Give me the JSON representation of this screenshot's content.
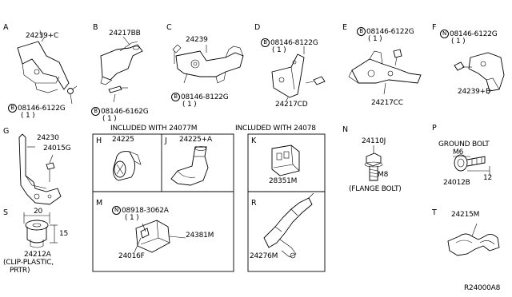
{
  "sections": {
    "A": {
      "letter": "A",
      "parts": [
        "24239+C"
      ],
      "bolt": {
        "prefix": "B",
        "number": "08146-6122G",
        "qty": "( 1 )"
      }
    },
    "B": {
      "letter": "B",
      "parts": [
        "24217BB"
      ],
      "bolt": {
        "prefix": "B",
        "number": "08146-6162G",
        "qty": "( 1 )"
      }
    },
    "C": {
      "letter": "C",
      "parts": [
        "24239"
      ],
      "bolt": {
        "prefix": "B",
        "number": "08146-8122G",
        "qty": "( 1 )"
      }
    },
    "D": {
      "letter": "D",
      "parts": [
        "24217CD"
      ],
      "bolt": {
        "prefix": "B",
        "number": "08146-8122G",
        "qty": "( 1 )"
      }
    },
    "E": {
      "letter": "E",
      "parts": [
        "24217CC"
      ],
      "bolt": {
        "prefix": "B",
        "number": "08146-6122G",
        "qty": "( 1 )"
      }
    },
    "F": {
      "letter": "F",
      "parts": [
        "24239+B"
      ],
      "bolt": {
        "prefix": "N",
        "number": "08146-6122G",
        "qty": "( 1 )"
      }
    },
    "G": {
      "letter": "G",
      "parts": [
        "24230",
        "24015G"
      ]
    },
    "H": {
      "letter": "H",
      "parts": [
        "24225"
      ]
    },
    "J": {
      "letter": "J",
      "parts": [
        "24225+A"
      ]
    },
    "K": {
      "letter": "K",
      "parts": [
        "28351M"
      ]
    },
    "M": {
      "letter": "M",
      "parts": [
        "24016F",
        "24381M"
      ],
      "bolt": {
        "prefix": "N",
        "number": "08918-3062A",
        "qty": "( 1 )"
      }
    },
    "N": {
      "letter": "N",
      "parts": [
        "24110J"
      ],
      "size": "M8",
      "note": "(FLANGE BOLT)"
    },
    "P": {
      "letter": "P",
      "title": "GROUND BOLT",
      "parts": [
        "24012B"
      ],
      "size": "M6",
      "length": "12"
    },
    "R": {
      "letter": "R",
      "parts": [
        "24276M"
      ]
    },
    "S": {
      "letter": "S",
      "parts": [
        "24212A"
      ],
      "dim_width": "20",
      "dim_height": "15",
      "note_line1": "(CLIP-PLASTIC,",
      "note_line2": "PRTR)"
    },
    "T": {
      "letter": "T",
      "parts": [
        "24215M"
      ]
    }
  },
  "group_labels": {
    "left": "INCLUDED WITH 24077M",
    "right": "INCLUDED WITH 24078"
  },
  "diagram_code": "R24000A8"
}
